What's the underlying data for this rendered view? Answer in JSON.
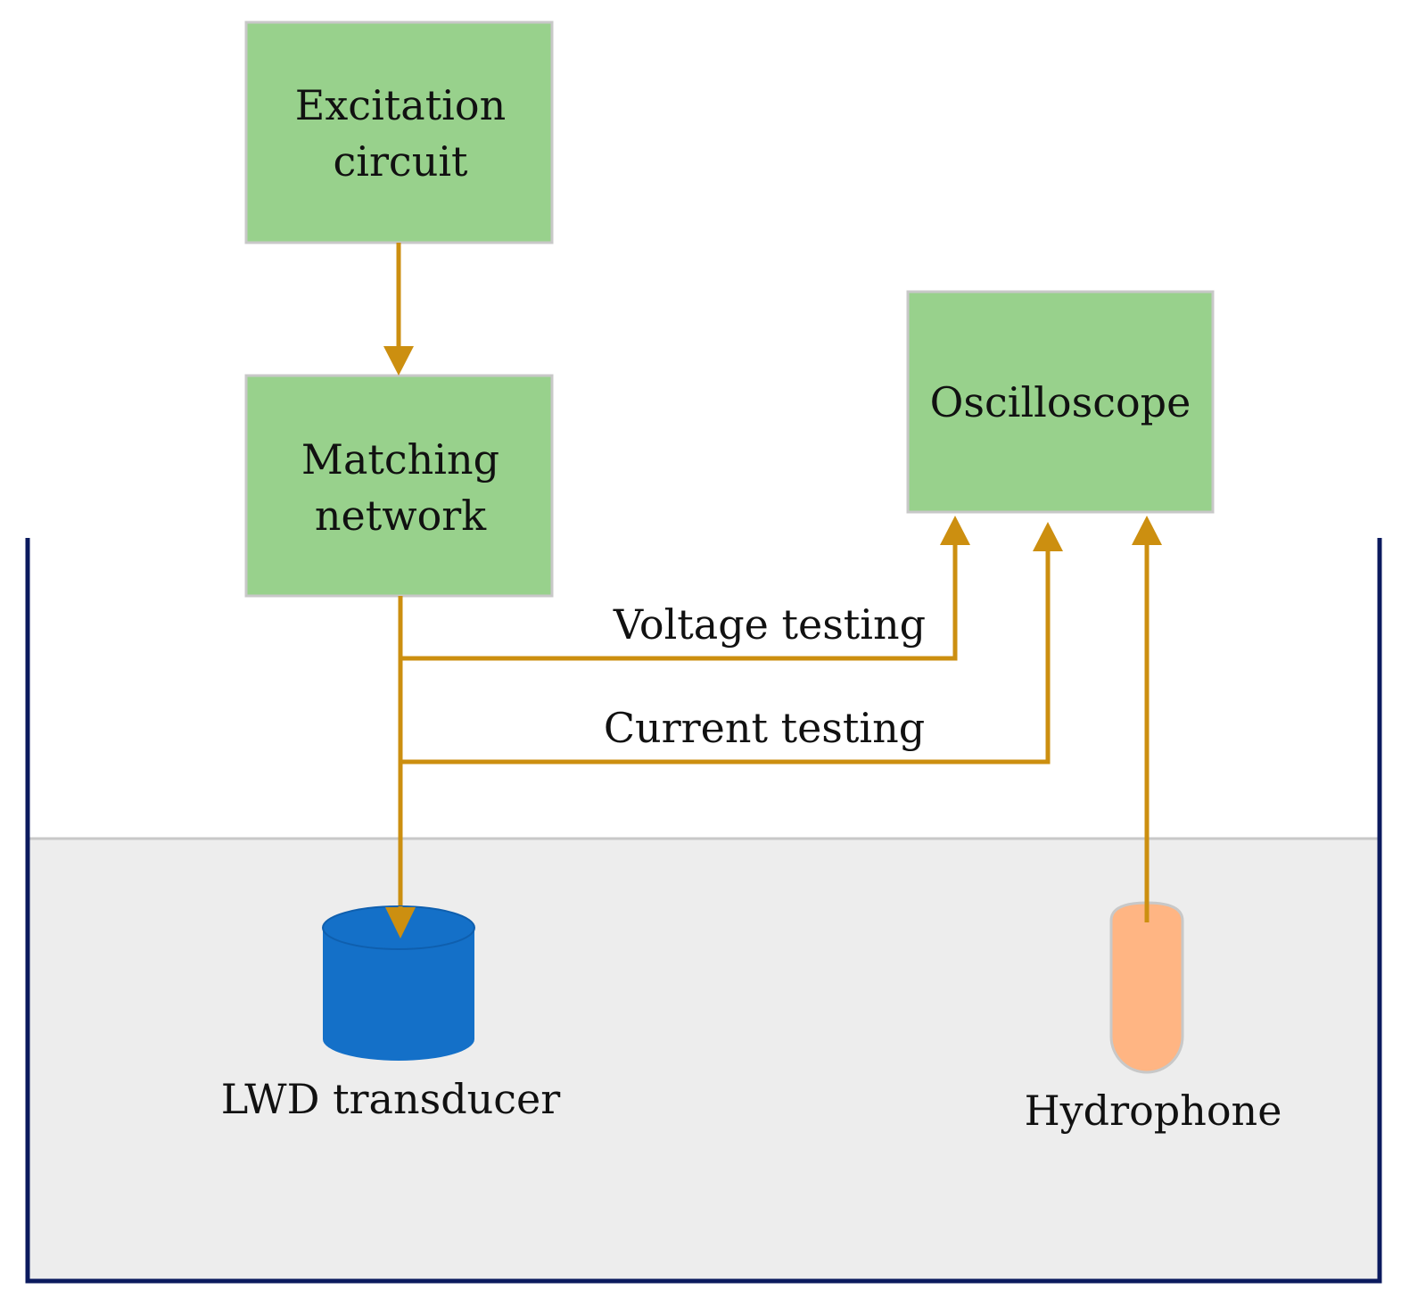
{
  "diagram": {
    "nodes": {
      "excitation": {
        "line1": "Excitation",
        "line2": "circuit"
      },
      "matching": {
        "line1": "Matching",
        "line2": "network"
      },
      "oscilloscope": {
        "label": "Oscilloscope"
      },
      "transducer": {
        "label": "LWD transducer"
      },
      "hydrophone": {
        "label": "Hydrophone"
      }
    },
    "edges": {
      "voltage": {
        "label": "Voltage testing"
      },
      "current": {
        "label": "Current testing"
      }
    },
    "colors": {
      "box_fill": "#98d18c",
      "box_stroke": "#c8c8c8",
      "arrow": "#cc8f10",
      "tank_wall": "#0b1a5e",
      "water": "#ededed",
      "water_line": "#c8c8c8",
      "transducer": "#1470c8",
      "hydrophone": "#ffb583"
    }
  }
}
